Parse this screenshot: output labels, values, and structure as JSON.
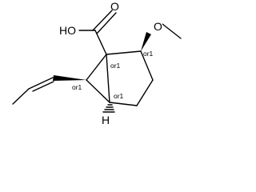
{
  "structure": {
    "atoms": {
      "carbonyl_o": "O",
      "hydroxyl": "HO",
      "methoxy_o": "O",
      "bridgehead_h": "H"
    },
    "stereo_labels": {
      "c1": "or1",
      "c2": "or1",
      "c5": "or1",
      "c6": "or1"
    }
  }
}
